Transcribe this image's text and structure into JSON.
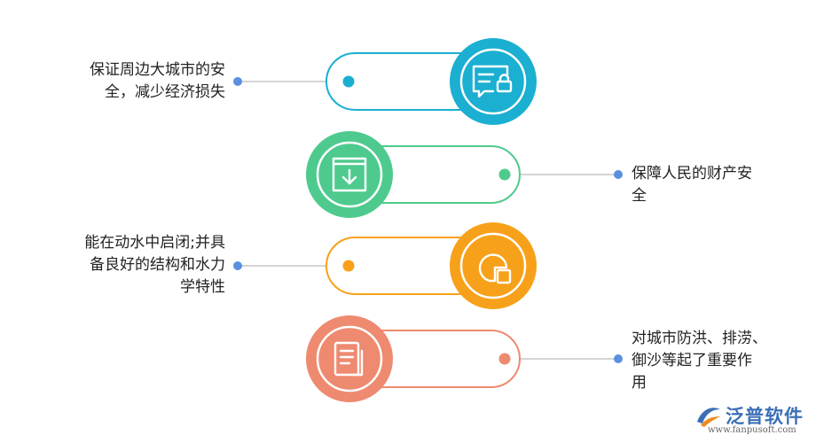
{
  "items": [
    {
      "text": "保证周边大城市的安\n全，减少经济损失",
      "color": "#1bafd1",
      "side": "left",
      "icon": "chat-lock-icon"
    },
    {
      "text": "保障人民的财产安\n全",
      "color": "#4fca8e",
      "side": "right",
      "icon": "download-box-icon"
    },
    {
      "text": "能在动水中启闭;并具\n备良好的结构和水力\n学特性",
      "color": "#f7a11a",
      "side": "left",
      "icon": "shape-square-icon"
    },
    {
      "text": "对城市防洪、排涝、\n御沙等起了重要作\n用",
      "color": "#ee8a70",
      "side": "right",
      "icon": "document-icon"
    }
  ],
  "connector_color": "#aaaaaa",
  "dot_color": "#5b8fe0",
  "logo": {
    "brand": "泛普软件",
    "url": "www.fanpusoft.com"
  }
}
